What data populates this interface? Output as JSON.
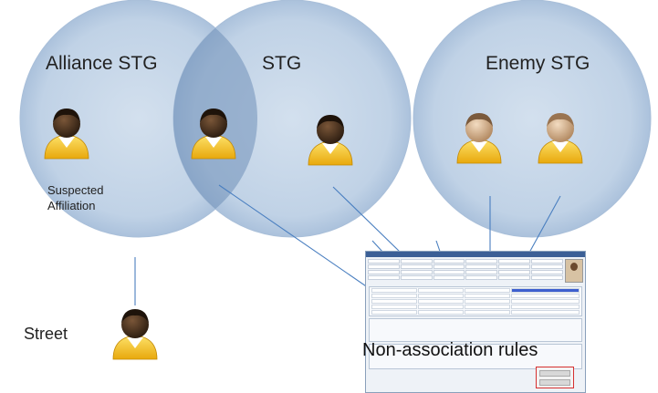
{
  "circles": {
    "alliance_stg": "Alliance STG",
    "stg": "STG",
    "enemy_stg": "Enemy STG"
  },
  "labels": {
    "suspected_affiliation": "Suspected Affiliation",
    "street": "Street",
    "non_association_rules": "Non-association rules"
  },
  "colors": {
    "circle_fill": "#bccfe3",
    "overlap_fill": "#8aa7c9",
    "shirt": "#f2c41a",
    "connector": "#4a7fc0"
  },
  "icons": [
    "person-icon",
    "screenshot-thumbnail"
  ]
}
